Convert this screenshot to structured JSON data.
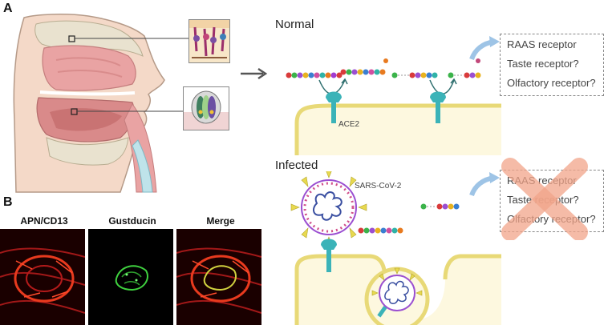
{
  "panel_labels": {
    "a": "A",
    "b": "B"
  },
  "normal": {
    "title": "Normal",
    "receptor_label": "ACE2",
    "receptors": [
      "RAAS receptor",
      "Taste receptor?",
      "Olfactory receptor?"
    ]
  },
  "infected": {
    "title": "Infected",
    "virus_label": "SARS-CoV-2",
    "receptors": [
      "RAAS receptor",
      "Taste receptor?",
      "Olfactory receptor?"
    ]
  },
  "micrographs": {
    "titles": [
      "APN/CD13",
      "Gustducin",
      "Merge"
    ]
  },
  "colors": {
    "membrane": "#e8d977",
    "cell_fill": "#fdf8df",
    "ace2": "#3bb3b8",
    "arrow_blue": "#9ec4e6",
    "cross": "#f2a58a",
    "tissue": "#e9a3a3"
  }
}
